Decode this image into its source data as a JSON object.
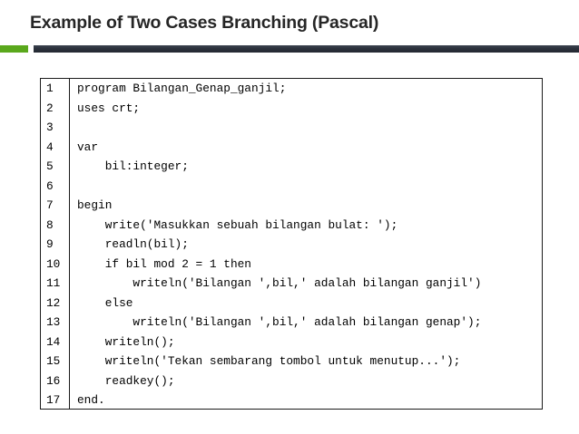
{
  "slide": {
    "title": "Example of Two Cases Branching (Pascal)",
    "accent_green": "#5aa81c",
    "accent_dark": "#2b313c",
    "title_color": "#262626"
  },
  "code_block": {
    "language": "Pascal",
    "border_color": "#1a1a1a",
    "background": "#ffffff",
    "text_color": "#000000",
    "lines": [
      {
        "number": "1",
        "text": "program Bilangan_Genap_ganjil;"
      },
      {
        "number": "2",
        "text": "uses crt;"
      },
      {
        "number": "3",
        "text": ""
      },
      {
        "number": "4",
        "text": "var"
      },
      {
        "number": "5",
        "text": "    bil:integer;"
      },
      {
        "number": "6",
        "text": ""
      },
      {
        "number": "7",
        "text": "begin"
      },
      {
        "number": "8",
        "text": "    write('Masukkan sebuah bilangan bulat: ');"
      },
      {
        "number": "9",
        "text": "    readln(bil);"
      },
      {
        "number": "10",
        "text": "    if bil mod 2 = 1 then"
      },
      {
        "number": "11",
        "text": "        writeln('Bilangan ',bil,' adalah bilangan ganjil')"
      },
      {
        "number": "12",
        "text": "    else"
      },
      {
        "number": "13",
        "text": "        writeln('Bilangan ',bil,' adalah bilangan genap');"
      },
      {
        "number": "14",
        "text": "    writeln();"
      },
      {
        "number": "15",
        "text": "    writeln('Tekan sembarang tombol untuk menutup...');"
      },
      {
        "number": "16",
        "text": "    readkey();"
      },
      {
        "number": "17",
        "text": "end."
      }
    ]
  }
}
